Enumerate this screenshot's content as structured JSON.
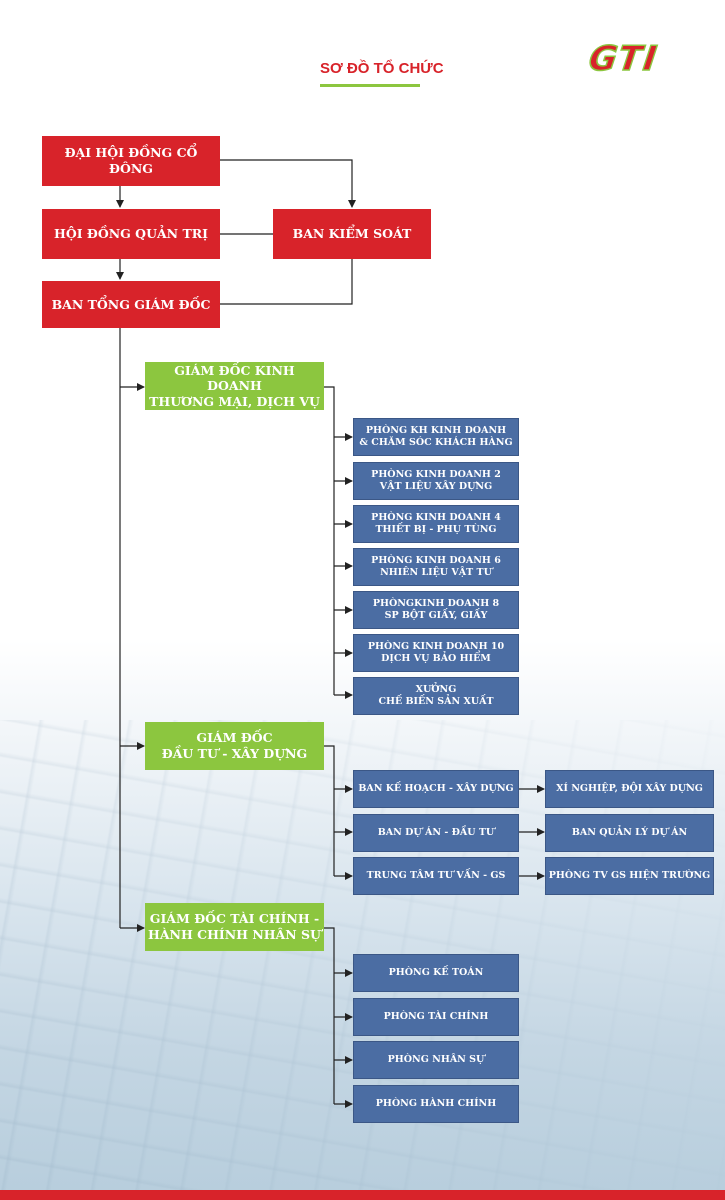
{
  "title": "SƠ ĐỒ TỔ CHỨC",
  "logo": {
    "text": "GTI",
    "color": "#d8232a",
    "accent": "#8cc63f"
  },
  "colors": {
    "red": "#d8232a",
    "green": "#8cc63f",
    "blue": "#4b6da3"
  },
  "nodes": {
    "dhdcd": "ĐẠI HỘI ĐỒNG CỔ ĐÔNG",
    "hdqt": "HỘI ĐỒNG QUẢN TRỊ",
    "bks": "BAN KIỂM SOÁT",
    "btgd": "BAN TỔNG GIÁM ĐỐC",
    "gd_kd": {
      "line1": "GIÁM ĐỐC KINH DOANH",
      "line2": "THƯƠNG MẠI, DỊCH VỤ"
    },
    "gd_dt": {
      "line1": "GIÁM ĐỐC",
      "line2": "ĐẦU TƯ - XÂY DỰNG"
    },
    "gd_tc": {
      "line1": "GIÁM ĐỐC TÀI CHÍNH -",
      "line2": "HÀNH CHÍNH NHÂN SỰ"
    },
    "kd_units": [
      {
        "line1": "PHÒNG KH KINH DOANH",
        "line2": "& CHĂM SÓC KHÁCH HÀNG"
      },
      {
        "line1": "PHÒNG KINH DOANH 2",
        "line2": "VẬT LIỆU XÂY DỰNG"
      },
      {
        "line1": "PHÒNG KINH DOANH 4",
        "line2": "THIẾT BỊ - PHỤ TÙNG"
      },
      {
        "line1": "PHÒNG KINH DOANH 6",
        "line2": "NHIÊN LIỆU VẬT TƯ"
      },
      {
        "line1": "PHÒNGKINH DOANH 8",
        "line2": "SP BỘT GIẤY, GIẤY"
      },
      {
        "line1": "PHÒNG KINH DOANH 10",
        "line2": "DỊCH VỤ BẢO HIỂM"
      },
      {
        "line1": "XƯỞNG",
        "line2": "CHẾ BIẾN SẢN XUẤT"
      }
    ],
    "dt_units": [
      {
        "name": "BAN KẾ HOẠCH - XÂY DỰNG",
        "sub": "XÍ NGHIỆP, ĐỘI XÂY DỰNG"
      },
      {
        "name": "BAN DỰ ÁN - ĐẦU TƯ",
        "sub": "BAN QUẢN LÝ DỰ ÁN"
      },
      {
        "name": "TRUNG TÂM TƯ VẤN - GS",
        "sub": "PHÒNG TV GS HIỆN TRƯỜNG"
      }
    ],
    "tc_units": [
      "PHÒNG KẾ TOÁN",
      "PHÒNG TÀI CHÍNH",
      "PHÒNG NHÂN SỰ",
      "PHÒNG HÀNH CHÍNH"
    ]
  }
}
